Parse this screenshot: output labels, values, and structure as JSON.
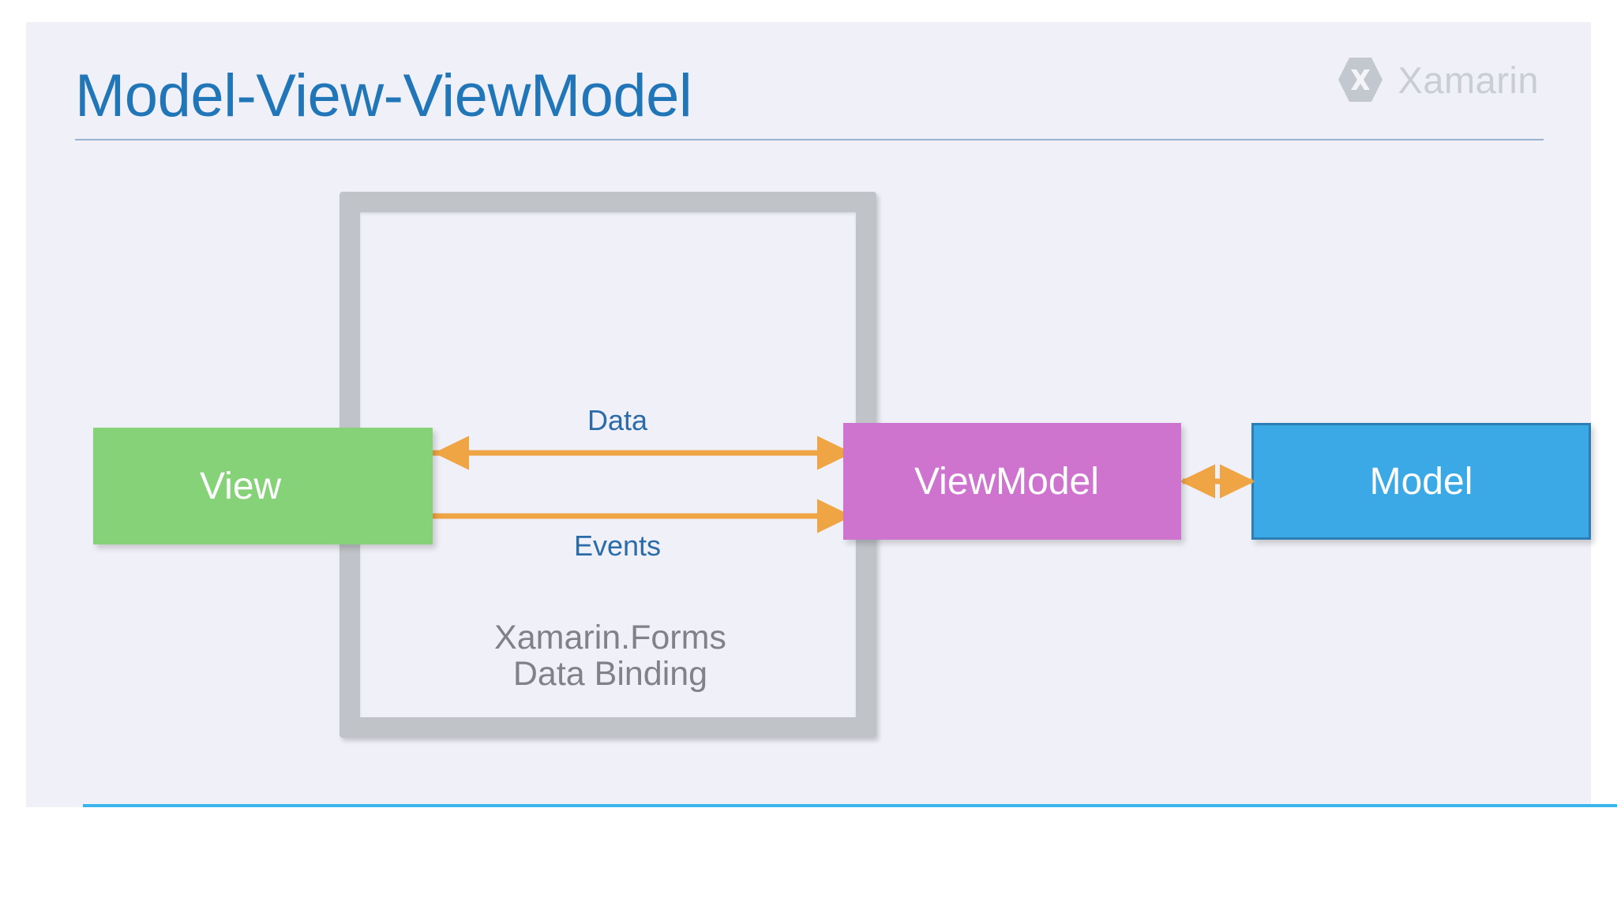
{
  "slide": {
    "title": "Model-View-ViewModel",
    "brand": {
      "name": "Xamarin",
      "mark_letter": "X"
    },
    "colors": {
      "background": "#f0f0f8",
      "title": "#2176b8",
      "title_rule": "#7b9fc4",
      "bottom_rule": "#39b6ec",
      "view_block": "#85d279",
      "viewmodel_block": "#ce74ce",
      "model_block": "#3ba9e5",
      "model_border": "#2b7fb5",
      "frame": "#c0c4c8",
      "arrow": "#f0a545",
      "arrow_label": "#2b6ca8",
      "caption": "#808287",
      "brand_text": "#c9cdd6"
    }
  },
  "diagram": {
    "blocks": [
      {
        "id": "view",
        "label": "View"
      },
      {
        "id": "viewmodel",
        "label": "ViewModel"
      },
      {
        "id": "model",
        "label": "Model"
      }
    ],
    "frame": {
      "caption_line1": "Xamarin.Forms",
      "caption_line2": "Data Binding"
    },
    "connections": [
      {
        "id": "data",
        "label": "Data",
        "from": "viewmodel",
        "to": "view",
        "direction": "bidirectional"
      },
      {
        "id": "events",
        "label": "Events",
        "from": "view",
        "to": "viewmodel",
        "direction": "forward"
      },
      {
        "id": "vm-model",
        "label": "",
        "from": "viewmodel",
        "to": "model",
        "direction": "bidirectional"
      }
    ]
  }
}
